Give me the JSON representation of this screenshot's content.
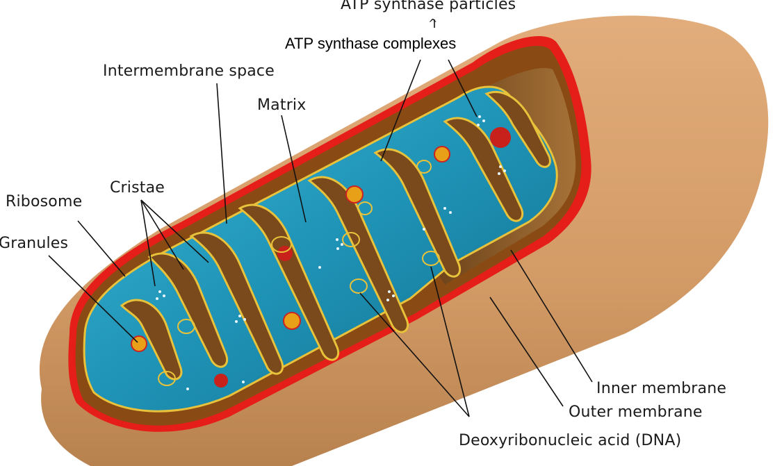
{
  "labels": {
    "atp_particles": "ATP synthase particles",
    "atp_complexes": "ATP synthase complexes",
    "intermembrane": "Intermembrane space",
    "matrix": "Matrix",
    "cristae": "Cristae",
    "ribosome": "Ribosome",
    "granules": "Granules",
    "inner_membrane": "Inner membrane",
    "outer_membrane": "Outer membrane",
    "dna": "Deoxyribonucleic acid (DNA)"
  },
  "colors": {
    "outer_surface": "#d8a06e",
    "outer_shadow": "#b87d4c",
    "outer_rim": "#e8201a",
    "intermembrane_dark": "#7a3c10",
    "matrix": "#1e8fb0",
    "matrix_light": "#4cc0dc",
    "inner_edge": "#e8c23a",
    "cutwall": "#8a5a28"
  }
}
